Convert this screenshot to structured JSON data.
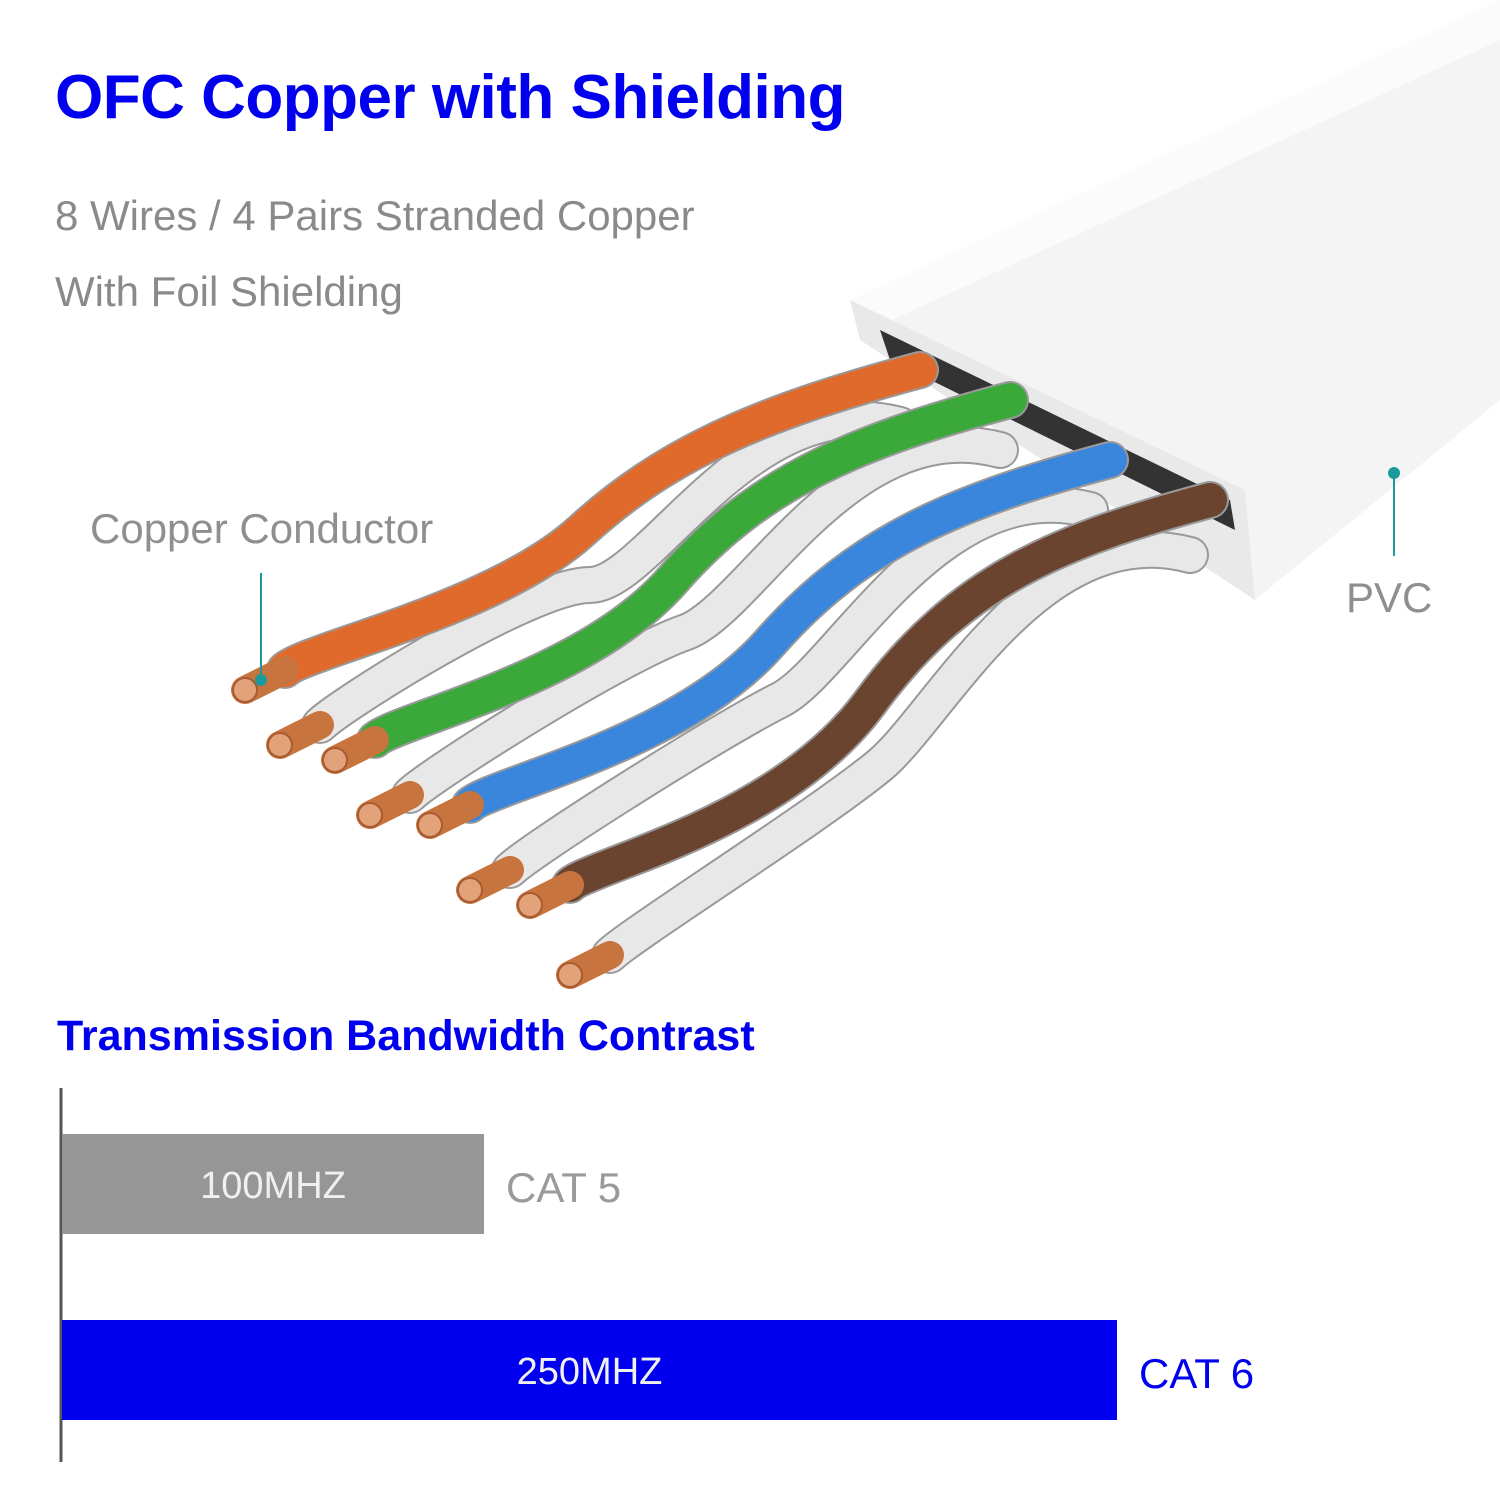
{
  "header": {
    "title": "OFC Copper with Shielding",
    "subtitle_line1": "8 Wires / 4 Pairs Stranded Copper",
    "subtitle_line2": "With Foil Shielding"
  },
  "illustration": {
    "copper_label": "Copper Conductor",
    "jacket_label": "PVC",
    "wire_colors": [
      "#e06a2c",
      "#e8e8e8",
      "#3aa93a",
      "#e8e8e8",
      "#3a86dd",
      "#e8e8e8",
      "#6b4430",
      "#e8e8e8"
    ],
    "callout_color": "#1a9a9a"
  },
  "chart_data": {
    "type": "bar",
    "orientation": "horizontal",
    "title": "Transmission Bandwidth Contrast",
    "categories": [
      "CAT 5",
      "CAT 6"
    ],
    "values": [
      100,
      250
    ],
    "value_labels": [
      "100MHZ",
      "250MHZ"
    ],
    "unit": "MHz",
    "colors": [
      "#969696",
      "#0000ee"
    ],
    "label_colors": [
      "#9a9a9a",
      "#0000ee"
    ],
    "xlim": [
      0,
      250
    ]
  }
}
